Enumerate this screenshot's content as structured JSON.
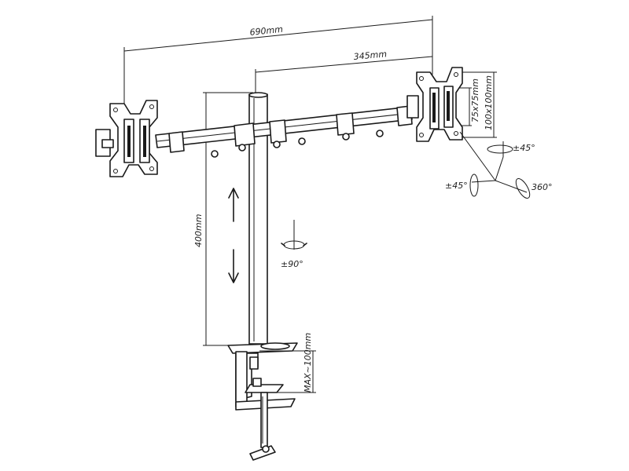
{
  "dimensions": {
    "total_width": "690mm",
    "arm_span": "345mm",
    "pole_height": "400mm",
    "vesa_small": "75x75mm",
    "vesa_large": "100x100mm",
    "clamp_range": "MAX~100mm"
  },
  "rotation": {
    "tilt": "±45°",
    "swivel": "±45°",
    "rotate": "360°",
    "arm_rotate": "±90°"
  }
}
